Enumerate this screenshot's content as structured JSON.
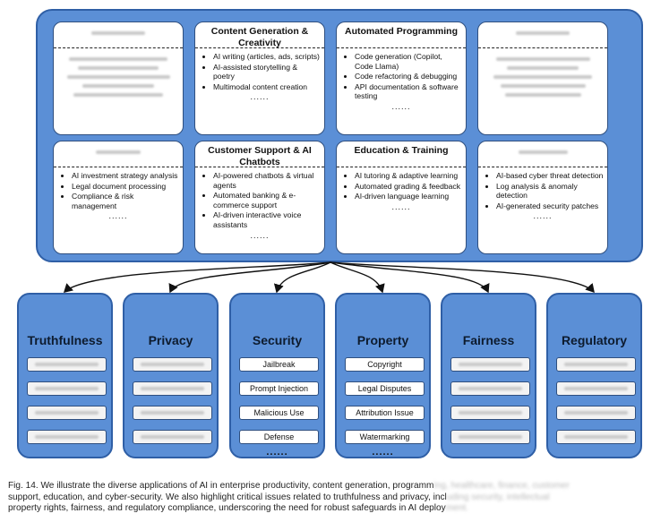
{
  "top_cards": [
    {
      "title": "",
      "blurred": true,
      "items": [],
      "more": ""
    },
    {
      "title": "Content Generation & Creativity",
      "blurred": false,
      "items": [
        "AI writing (articles, ads, scripts)",
        "AI-assisted storytelling & poetry",
        "Multimodal content creation"
      ],
      "more": "......"
    },
    {
      "title": "Automated Programming",
      "blurred": false,
      "items": [
        "Code generation (Copilot, Code Llama)",
        "Code refactoring & debugging",
        "API documentation & software testing"
      ],
      "more": "......"
    },
    {
      "title": "",
      "blurred": true,
      "items": [],
      "more": ""
    },
    {
      "title": "",
      "blurred": true,
      "items": [
        "AI investment strategy analysis",
        "Legal document processing",
        "Compliance & risk management"
      ],
      "more": "......"
    },
    {
      "title": "Customer Support & AI Chatbots",
      "blurred": false,
      "items": [
        "AI-powered chatbots & virtual agents",
        "Automated banking & e-commerce support",
        "AI-driven interactive voice assistants"
      ],
      "more": "......"
    },
    {
      "title": "Education & Training",
      "blurred": false,
      "items": [
        "AI tutoring & adaptive learning",
        "Automated grading & feedback",
        "AI-driven language learning"
      ],
      "more": "......"
    },
    {
      "title": "",
      "blurred": true,
      "items": [
        "AI-based cyber threat detection",
        "Log analysis & anomaly detection",
        "AI-generated security patches"
      ],
      "more": "......"
    }
  ],
  "categories": [
    {
      "title": "Truthfulness",
      "items": [],
      "more": ""
    },
    {
      "title": "Privacy",
      "items": [],
      "more": ""
    },
    {
      "title": "Security",
      "items": [
        "Jailbreak",
        "Prompt Injection",
        "Malicious Use",
        "Defense"
      ],
      "more": "......"
    },
    {
      "title": "Property",
      "items": [
        "Copyright",
        "Legal Disputes",
        "Attribution Issue",
        "Watermarking"
      ],
      "more": "......"
    },
    {
      "title": "Fairness",
      "items": [],
      "more": ""
    },
    {
      "title": "Regulatory",
      "items": [],
      "more": ""
    }
  ],
  "caption": {
    "line1_visible": "Fig. 14. We illustrate the diverse applications of AI in enterprise productivity, content generation, programm",
    "line2_visible": "support, education, and cyber-security. We also highlight critical issues related to truthfulness and privacy, incl",
    "line3_visible": "property rights, fairness, and regulatory compliance, underscoring the need for robust safeguards in AI deploy"
  },
  "colors": {
    "panel": "#5b8fd6",
    "panel_border": "#2f5fa6",
    "card_border": "#2f4f7f",
    "arrow": "#111111"
  }
}
